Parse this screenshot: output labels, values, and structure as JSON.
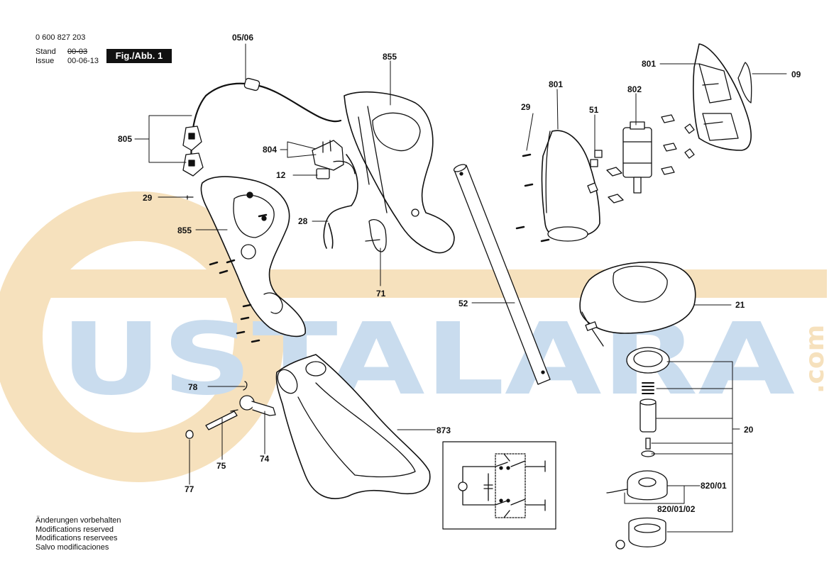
{
  "header": {
    "doc_number": "0 600 827 203",
    "stand_label": "Stand",
    "issue_label": "Issue",
    "old_date": "00-03",
    "issue_date": "00-06-13",
    "figure_label": "Fig./Abb. 1"
  },
  "watermark": {
    "brand": "USTALARA",
    "suffix": ".com",
    "colors": {
      "blue": "#c9dcee",
      "orange": "#f6e1bd"
    }
  },
  "callouts": [
    "05/06",
    "855",
    "805",
    "804",
    "12",
    "29",
    "855",
    "28",
    "71",
    "801",
    "802",
    "51",
    "29",
    "801",
    "09",
    "52",
    "21",
    "78",
    "75",
    "74",
    "77",
    "873",
    "20",
    "820/01",
    "820/01/02"
  ],
  "footer_notes": [
    "Änderungen vorbehalten",
    "Modifications reserved",
    "Modifications reservees",
    "Salvo modificaciones"
  ]
}
